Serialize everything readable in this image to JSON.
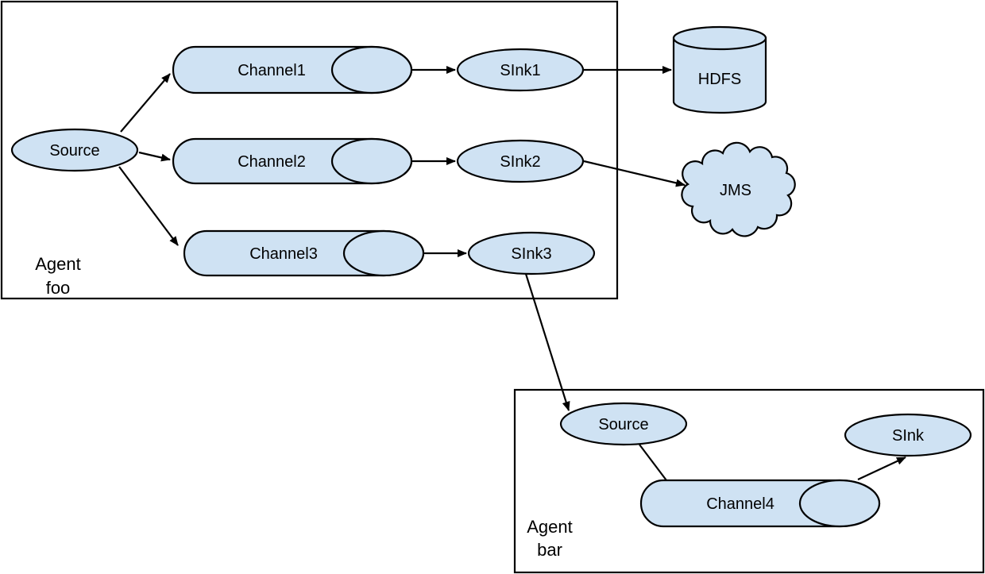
{
  "agents": {
    "foo": {
      "line1": "Agent",
      "line2": "foo"
    },
    "bar": {
      "line1": "Agent",
      "line2": "bar"
    }
  },
  "nodes": {
    "source_foo": "Source",
    "channel1": "Channel1",
    "channel2": "Channel2",
    "channel3": "Channel3",
    "sink1": "SInk1",
    "sink2": "SInk2",
    "sink3": "SInk3",
    "hdfs": "HDFS",
    "jms": "JMS",
    "source_bar": "Source",
    "channel4": "Channel4",
    "sink_bar": "SInk"
  },
  "colors": {
    "node_fill": "#cfe2f3",
    "stroke": "#000000"
  }
}
